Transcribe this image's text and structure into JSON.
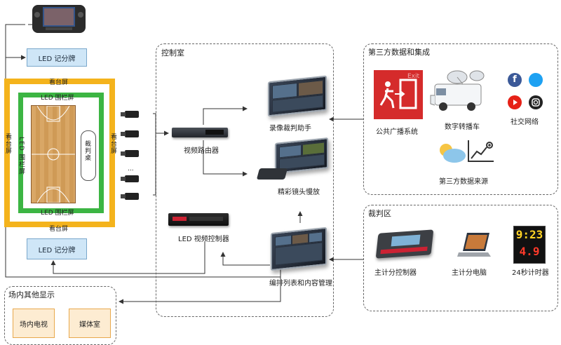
{
  "top_device_label": "",
  "led_board_top": "LED 记分牌",
  "led_board_bottom": "LED 记分牌",
  "arena": {
    "stand_top": "看台屏",
    "stand_bottom": "看台屏",
    "stand_left": "看台屏",
    "stand_right": "看台屏",
    "fence_top": "LED 围栏屏",
    "fence_bottom": "LED 围栏屏",
    "fence_left": "LED 围栏屏",
    "judge_table": "裁判桌",
    "camera_more": "..."
  },
  "control_room": {
    "title": "控制室",
    "router": "视频路由器",
    "replay_assistant": "录像裁判助手",
    "slow_motion": "精彩镜头慢放",
    "led_controller": "LED 视频控制器",
    "playlist": "编排列表和内容管理"
  },
  "third_party": {
    "title": "第三方数据和集成",
    "public_broadcast": "公共广播系统",
    "exit_sign_text": "Exit",
    "ob_van": "数字转播车",
    "social": "社交网络",
    "data_source": "第三方数据来源"
  },
  "referee_zone": {
    "title": "裁判区",
    "score_controller": "主计分控制器",
    "score_pc": "主计分电脑",
    "shot_clock": "24秒计时器",
    "clock_time": "9:23",
    "clock_shot": "4.9"
  },
  "other_display": {
    "title": "场内其他显示",
    "tv": "场内电视",
    "media": "媒体室"
  },
  "colors": {
    "stand_yellow": "#f4b31c",
    "fence_green": "#3cb543",
    "court_wood": "#d9a766",
    "box_blue": "#cfe6f7",
    "orange_box": "#fdecd2"
  }
}
